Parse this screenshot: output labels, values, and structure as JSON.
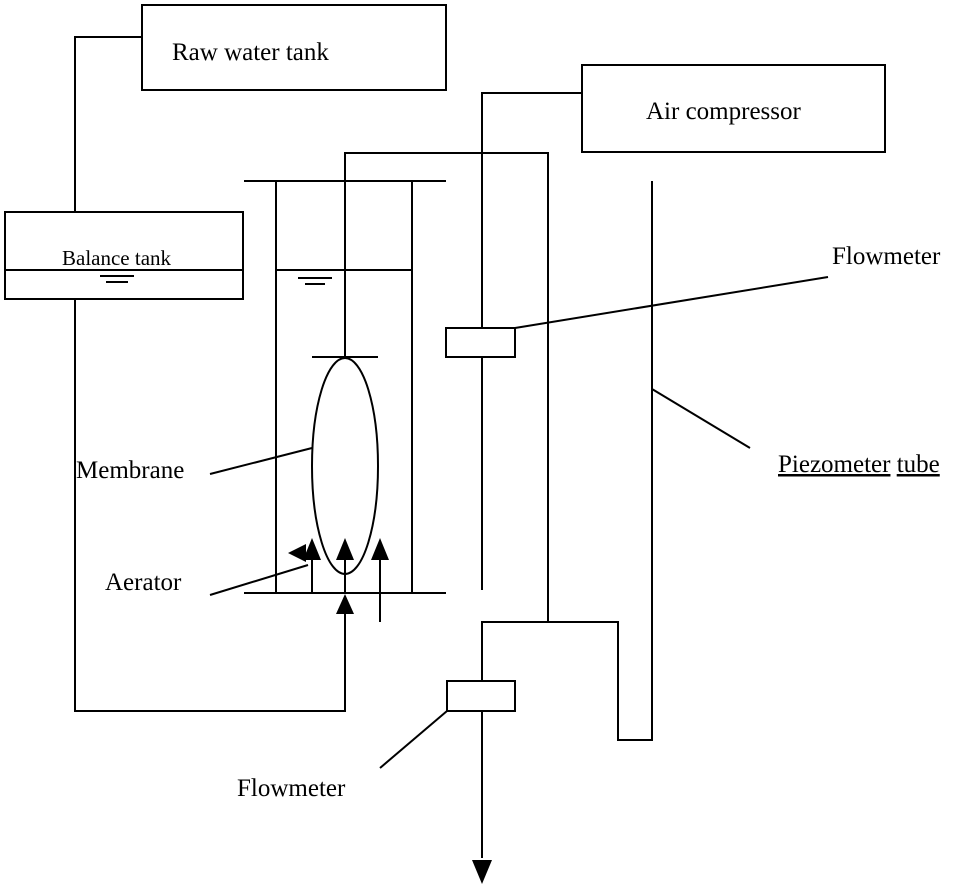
{
  "labels": {
    "raw_water_tank": "Raw water tank",
    "air_compressor": "Air compressor",
    "balance_tank": "Balance tank",
    "flowmeter_upper": "Flowmeter",
    "membrane": "Membrane",
    "aerator": "Aerator",
    "piezometer_word1": "Piezometer",
    "piezometer_word2": "tube",
    "flowmeter_lower": "Flowmeter"
  }
}
